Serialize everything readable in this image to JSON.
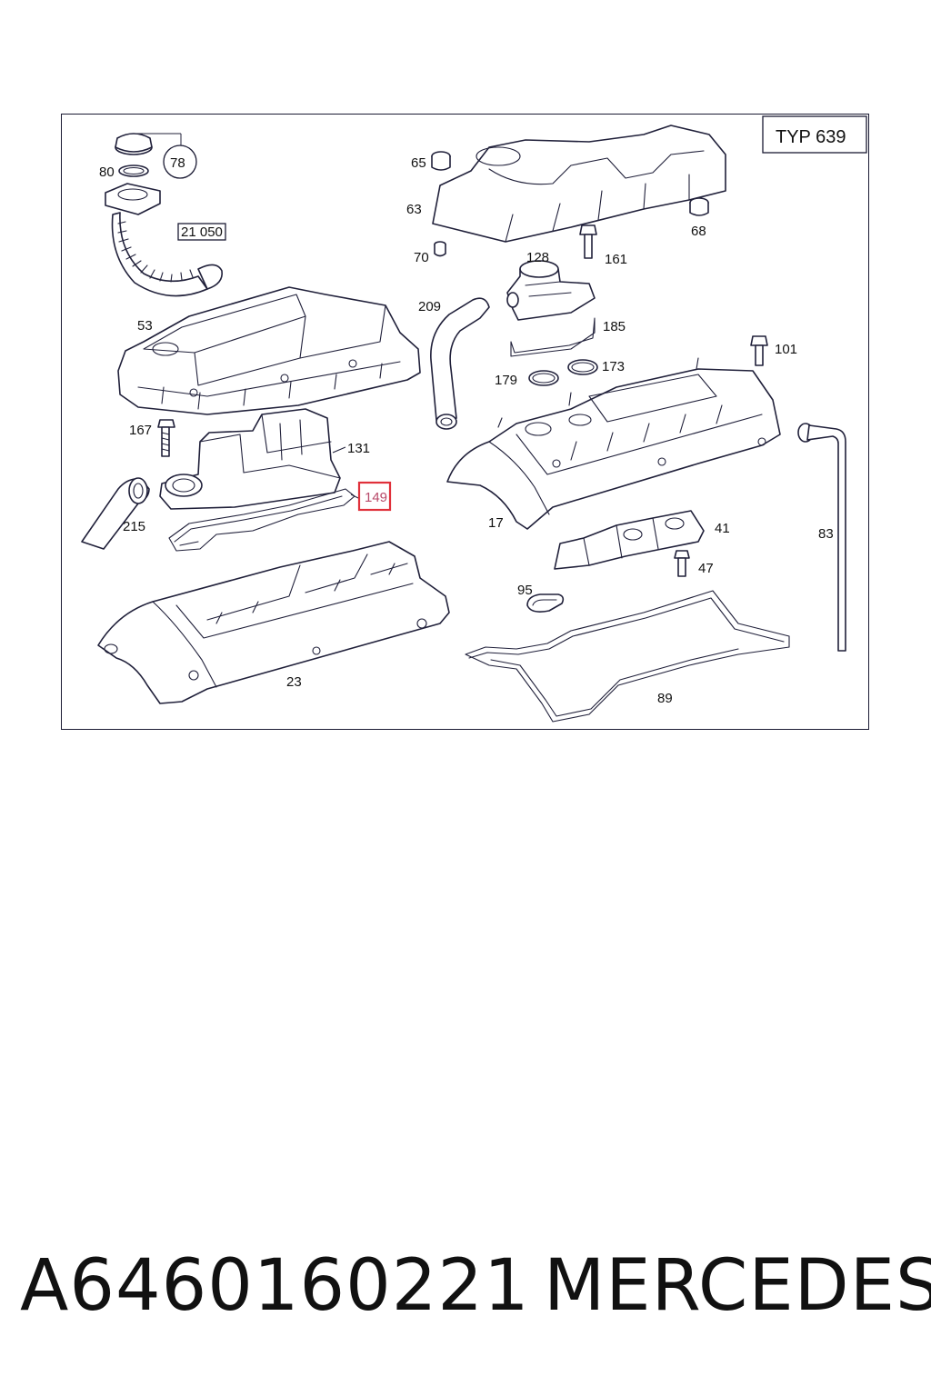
{
  "diagram": {
    "type_label": "TYP 639",
    "reference_circle": "78",
    "reference_box": "21 050",
    "highlighted_part": "149",
    "callouts": {
      "c80": "80",
      "c53": "53",
      "c167": "167",
      "c131": "131",
      "c215": "215",
      "c23": "23",
      "c65": "65",
      "c63": "63",
      "c70": "70",
      "c68": "68",
      "c128": "128",
      "c161": "161",
      "c209": "209",
      "c185": "185",
      "c101": "101",
      "c179": "179",
      "c173": "173",
      "c17": "17",
      "c41": "41",
      "c47": "47",
      "c83": "83",
      "c95": "95",
      "c89": "89"
    }
  },
  "caption": {
    "part_number": "A6460160221",
    "brand": "MERCEDES"
  }
}
